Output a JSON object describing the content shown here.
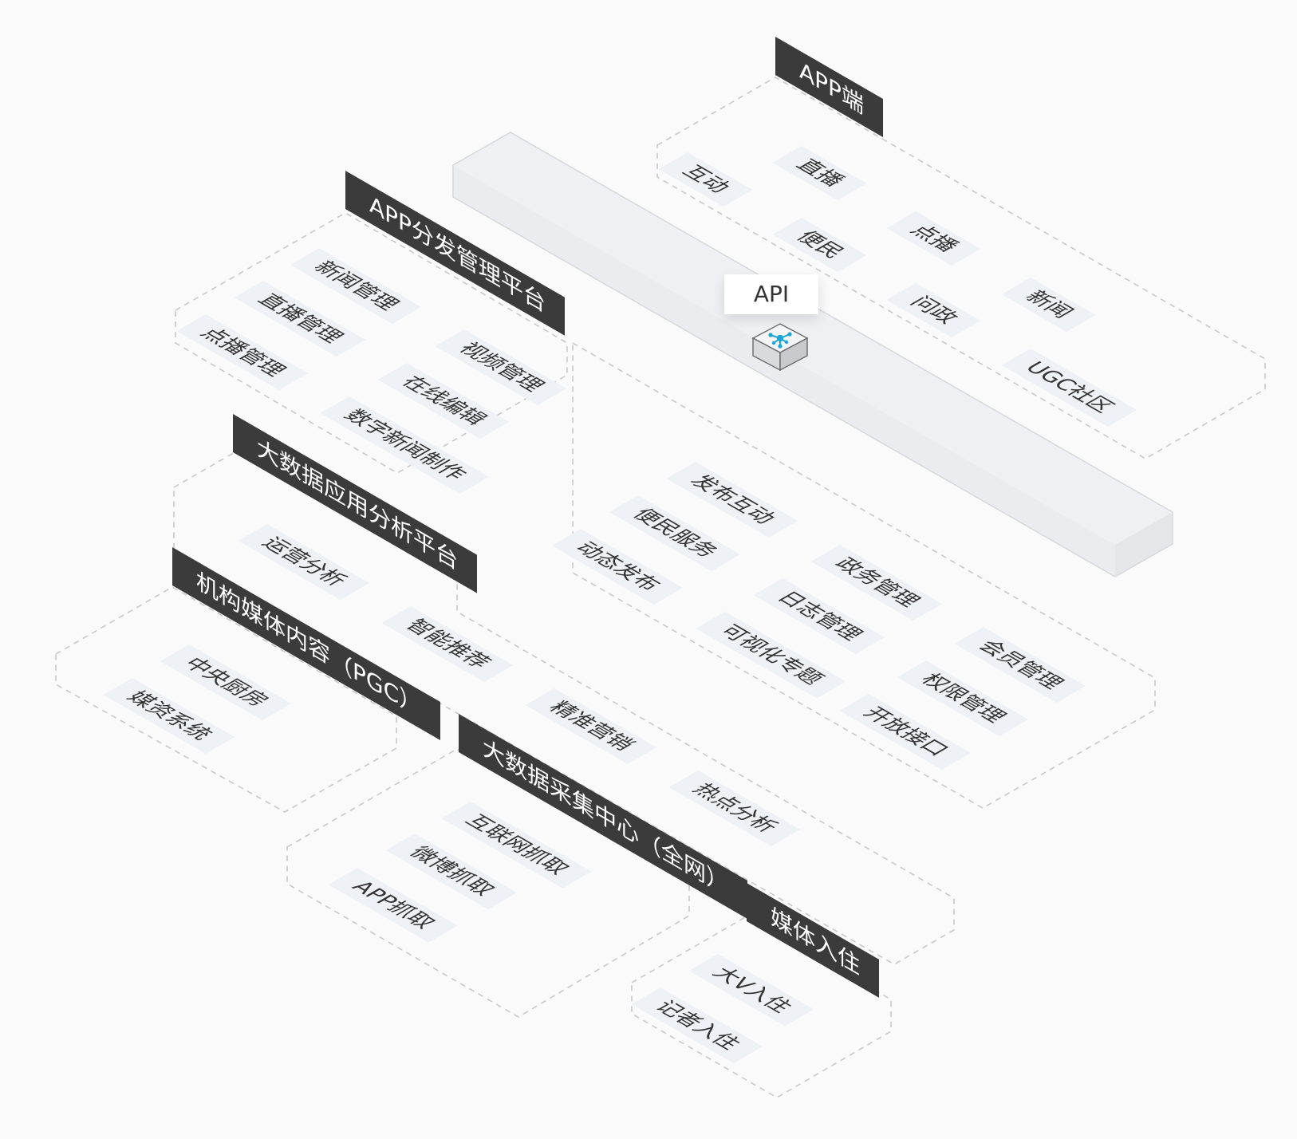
{
  "api": {
    "label": "API",
    "accent": "#1aa7d8"
  },
  "groups": {
    "app": {
      "title": "APP端",
      "items": [
        "互动",
        "直播",
        "便民",
        "点播",
        "问政",
        "新闻",
        "UGC社区"
      ]
    },
    "dist": {
      "title": "APP分发管理平台",
      "items": [
        "新闻管理",
        "直播管理",
        "点播管理",
        "视频管理",
        "在线编辑",
        "数字新闻制作"
      ]
    },
    "bigdata": {
      "title": "大数据应用分析平台",
      "items": [
        "运营分析",
        "智能推荐",
        "精准营销",
        "热点分析"
      ]
    },
    "pgc": {
      "title": "机构媒体内容（PGC）",
      "items": [
        "中央厨房",
        "媒资系统"
      ]
    },
    "collect": {
      "title": "大数据采集中心（全网）",
      "items": [
        "互联网抓取",
        "微博抓取",
        "APP抓取"
      ]
    },
    "media": {
      "title": "媒体入住",
      "items": [
        "大V入住",
        "记者入住"
      ]
    },
    "core": {
      "items": [
        "发布互动",
        "便民服务",
        "动态发布",
        "政务管理",
        "日志管理",
        "可视化专题",
        "会员管理",
        "权限管理",
        "开放接口"
      ]
    }
  },
  "colors": {
    "banner_bg": "#3b3b3b",
    "tag_bg": "#eef1f5",
    "dashed": "#c9c9c9",
    "bar_fill": "#eef0f3"
  }
}
